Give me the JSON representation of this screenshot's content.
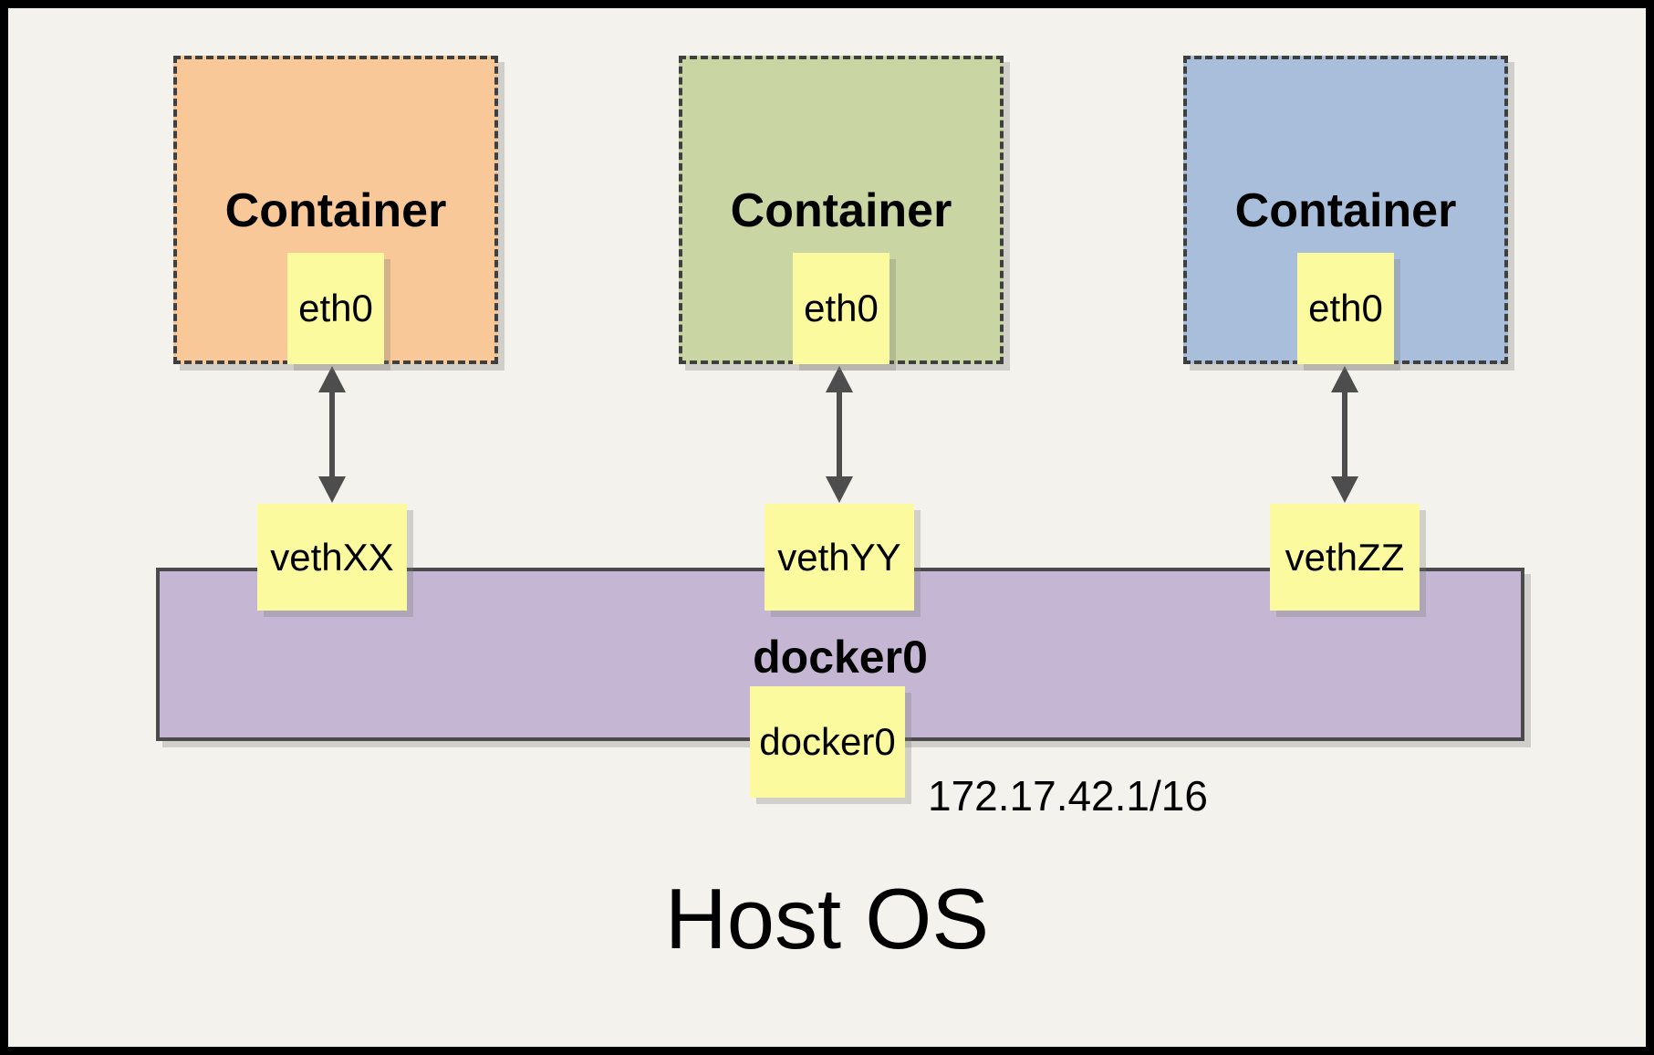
{
  "page": {
    "title": "Host OS",
    "background": "#F4F2ED"
  },
  "containers": [
    {
      "label": "Container",
      "interface": "eth0",
      "veth": "vethXX",
      "fill": "#F8C898"
    },
    {
      "label": "Container",
      "interface": "eth0",
      "veth": "vethYY",
      "fill": "#C9D5A2"
    },
    {
      "label": "Container",
      "interface": "eth0",
      "veth": "vethZZ",
      "fill": "#A9BEDB"
    }
  ],
  "bridge": {
    "label": "docker0",
    "interface_label": "docker0",
    "ip": "172.17.42.1/16",
    "fill": "#C5B7D4"
  },
  "colors": {
    "note_yellow": "#FBFA9E",
    "arrow": "#4D4D4D",
    "dashed_border": "#3F3F3F"
  }
}
